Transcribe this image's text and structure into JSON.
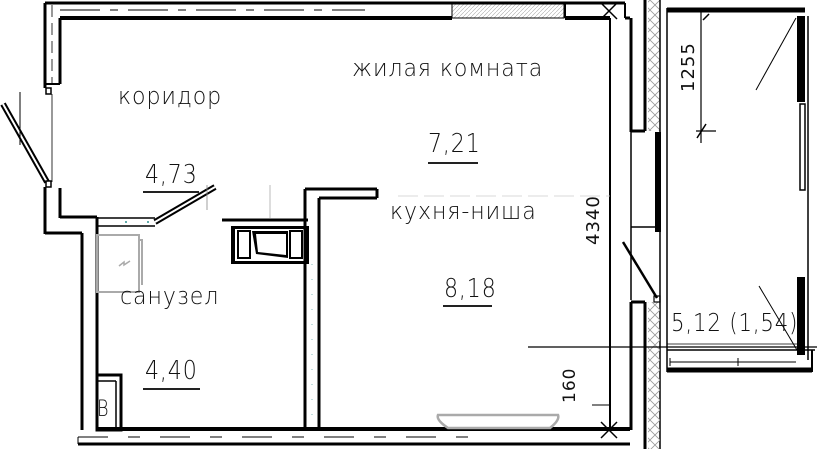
{
  "plan": {
    "rooms": [
      {
        "id": "corridor",
        "name": "коридор",
        "area": "4,73"
      },
      {
        "id": "living",
        "name": "жилая комната",
        "area": "7,21"
      },
      {
        "id": "kitchen",
        "name": "кухня-ниша",
        "area": "8,18"
      },
      {
        "id": "bathroom",
        "name": "санузел",
        "area": "4,40"
      },
      {
        "id": "balcony",
        "area": "5,12 (1,54)"
      }
    ],
    "dimensions": {
      "balcony_depth": "1255",
      "room_width": "4340",
      "sill_offset": "160"
    },
    "fixture_label": "В",
    "colors": {
      "wall": "#000000",
      "hatch": "#9a9a9a",
      "fixture": "#aaaaaa",
      "accent": "#2f8f8f"
    }
  }
}
